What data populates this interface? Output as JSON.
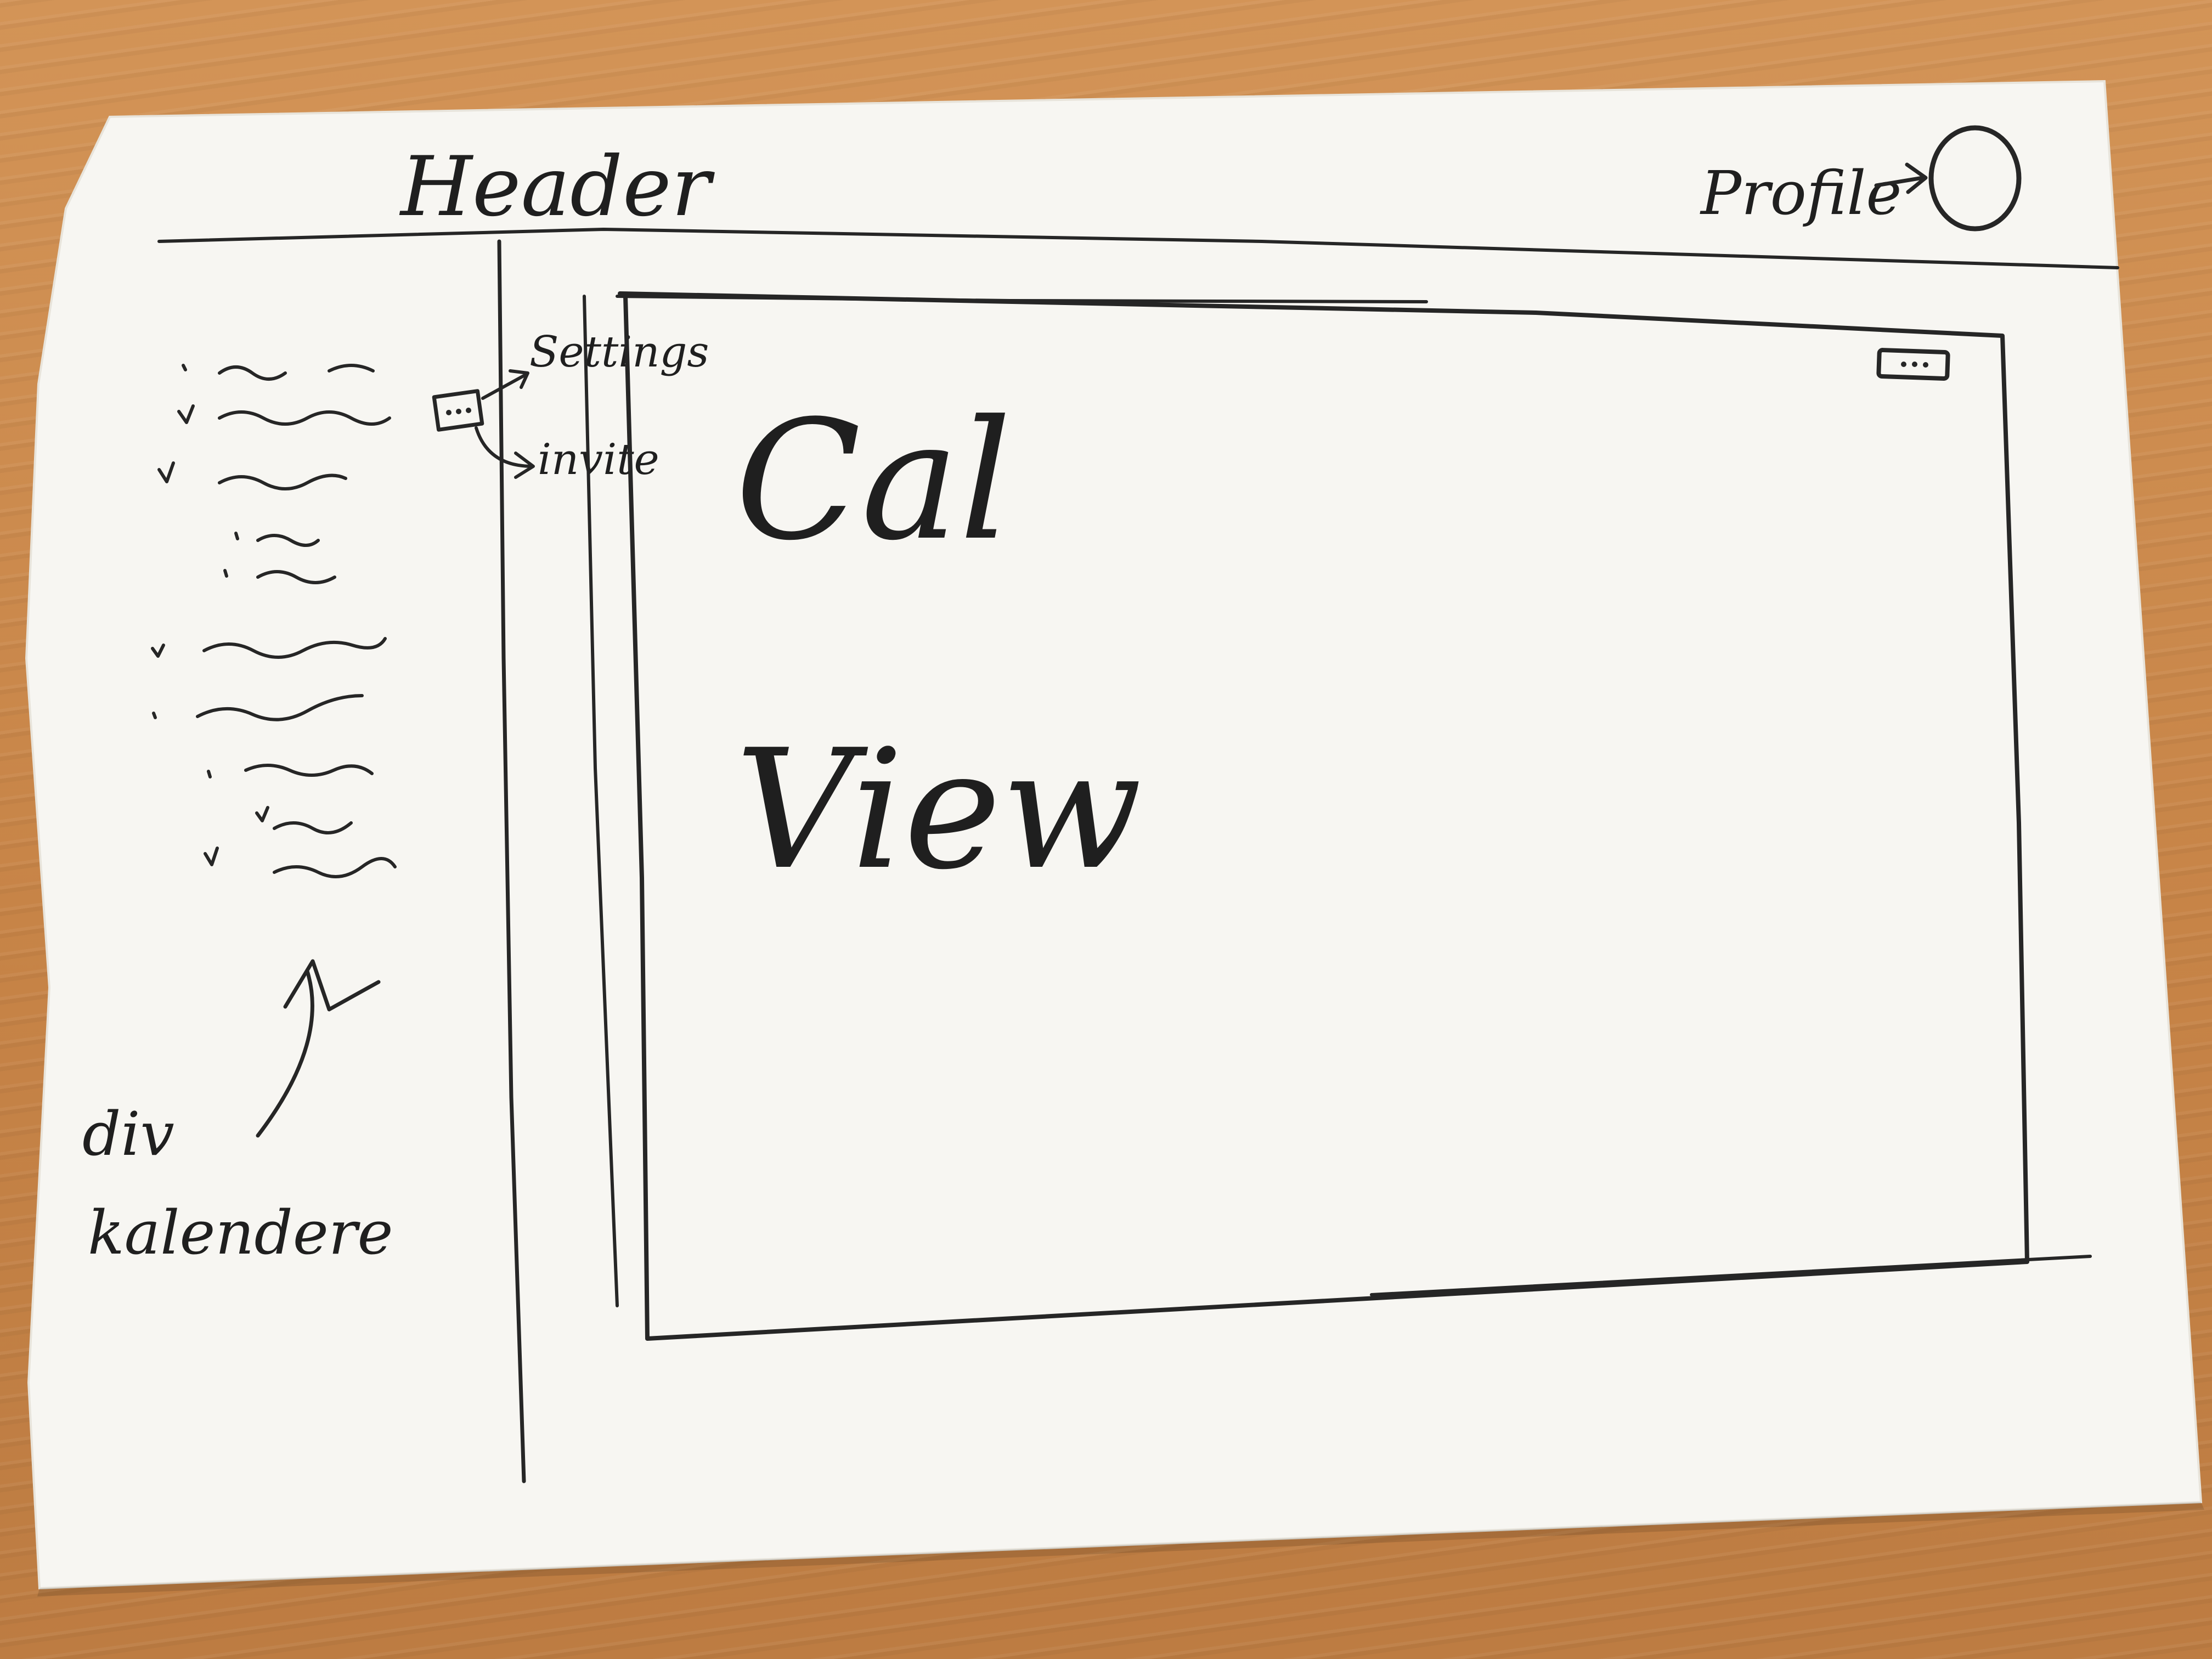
{
  "header": {
    "title": "Header",
    "profile_label": "Profile"
  },
  "sidebar": {
    "menu_labels": [
      "Settings",
      "invite"
    ],
    "note_line1": "div",
    "note_line2": "kalendere"
  },
  "main": {
    "title_line1": "Cal",
    "title_line2": "View"
  },
  "colors": {
    "desk": "#c98a4e",
    "paper": "#f7f6f2",
    "ink": "#262626"
  }
}
